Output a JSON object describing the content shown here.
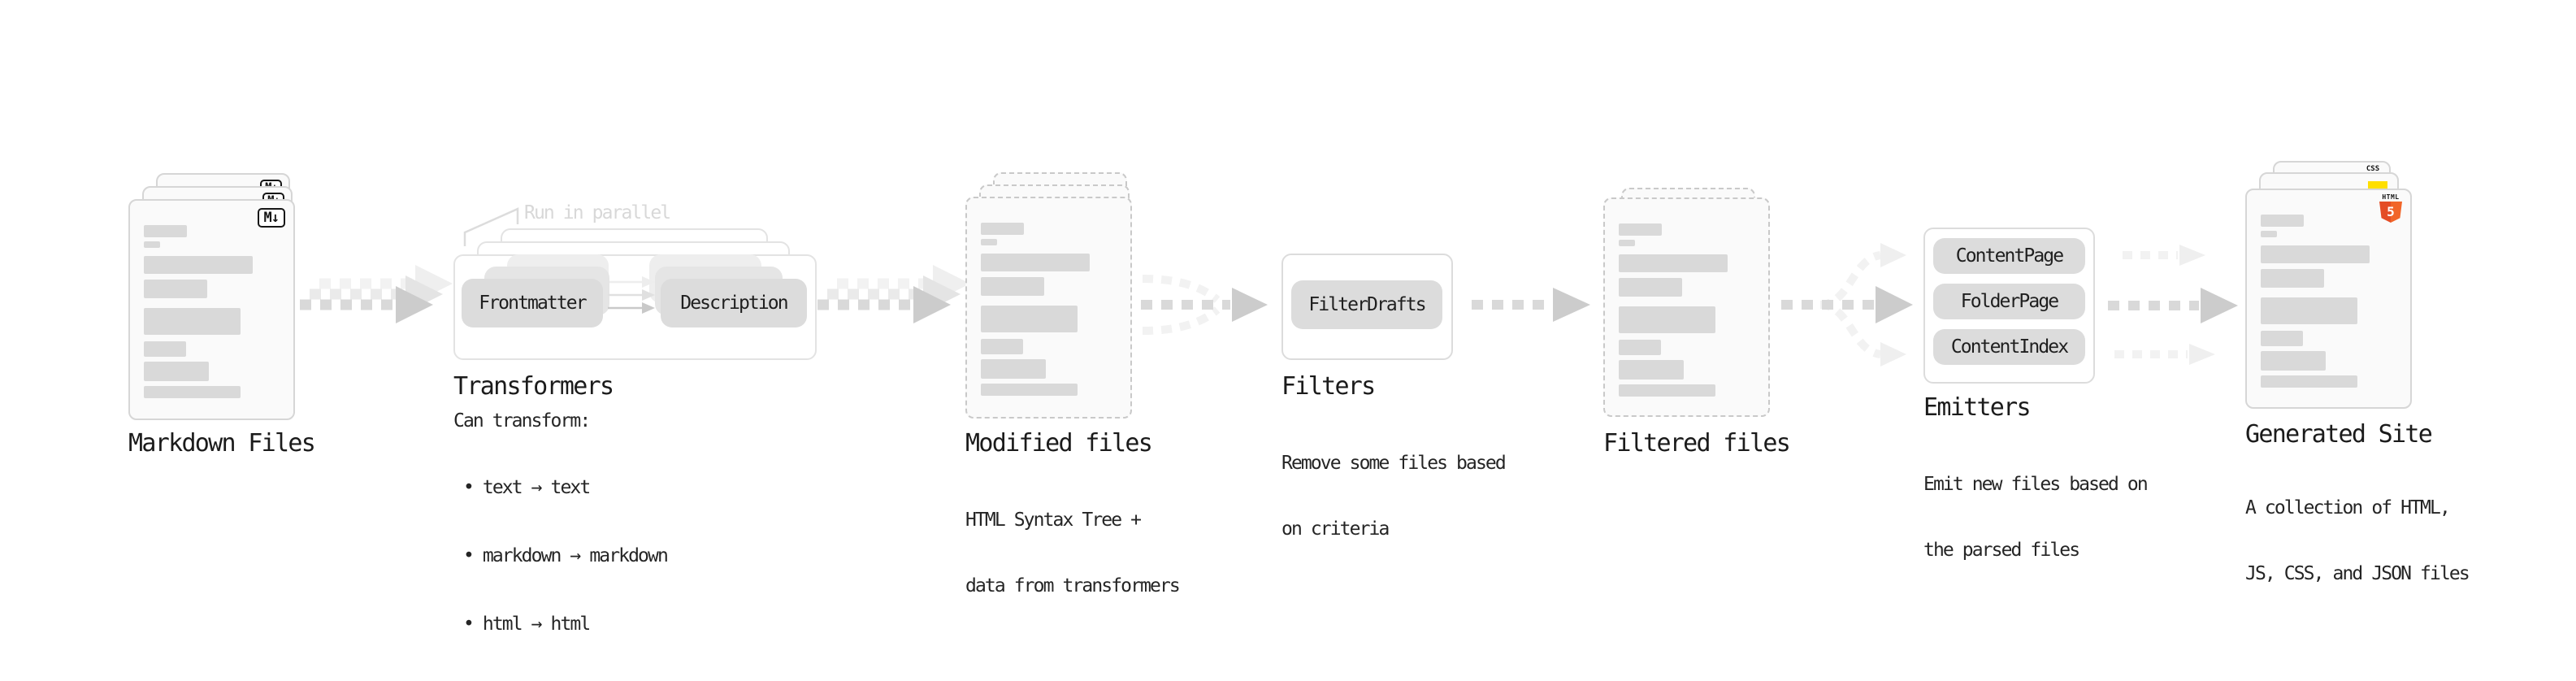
{
  "diagram": {
    "nodes": {
      "markdown": {
        "label": "Markdown Files",
        "badge": "M↓"
      },
      "transformers": {
        "label": "Transformers",
        "callout": "Run in parallel",
        "pills": [
          "Frontmatter",
          "Description"
        ],
        "heading": "Can transform:",
        "bullets": [
          "• text → text",
          "• markdown → markdown",
          "• html → html"
        ]
      },
      "modified": {
        "label": "Modified files",
        "desc": [
          "HTML Syntax Tree +",
          "data from transformers"
        ]
      },
      "filters": {
        "label": "Filters",
        "pills": [
          "FilterDrafts"
        ],
        "desc": [
          "Remove some files based",
          "on criteria"
        ]
      },
      "filtered": {
        "label": "Filtered files"
      },
      "emitters": {
        "label": "Emitters",
        "pills": [
          "ContentPage",
          "FolderPage",
          "ContentIndex"
        ],
        "desc": [
          "Emit new files based on",
          "the parsed files"
        ]
      },
      "generated": {
        "label": "Generated Site",
        "desc": [
          "A collection of HTML,",
          "JS, CSS, and JSON files"
        ],
        "badges": {
          "css": "CSS",
          "html": "HTML",
          "html_version": "5"
        }
      }
    },
    "colors": {
      "text": "#1b1b1b",
      "faded_text": "#d8d8d8",
      "pill_bg": "#dcdcdc",
      "card_bg": "#fafafa",
      "card_border": "#d6d6d6",
      "dashed_border": "#c9c9c9",
      "skeleton": "#d9d9d9",
      "arrow": "#cccccc",
      "arrow_dash": "#d9d9d9",
      "html5_orange": "#e44d26",
      "html5_orange_light": "#f16529",
      "js_yellow": "#ffdf00",
      "css_blue": "#2b66f6"
    }
  }
}
